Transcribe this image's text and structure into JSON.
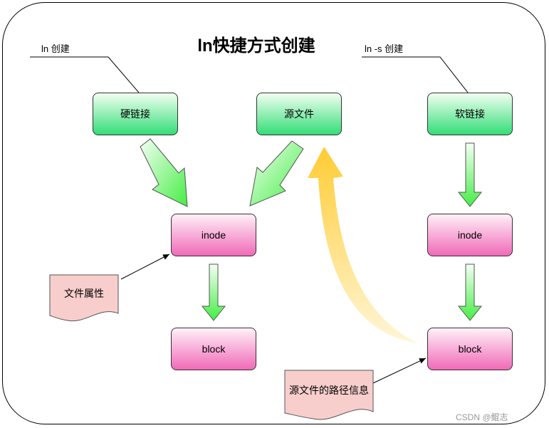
{
  "title": "ln快捷方式创建",
  "notes": {
    "hard_link_cmd": "ln 创建",
    "soft_link_cmd": "ln -s 创建"
  },
  "boxes": {
    "hard_link": "硬链接",
    "source_file": "源文件",
    "soft_link": "软链接",
    "inode_left": "inode",
    "inode_right": "inode",
    "block_left": "block",
    "block_right": "block"
  },
  "docs": {
    "file_attributes": "文件属性",
    "source_path_info": "源文件的路径信息"
  },
  "watermark": "CSDN @鲲志",
  "colors": {
    "green_box": "#33dd77",
    "pink_box": "#f06ab8",
    "arrow_green": "#66ff66",
    "arrow_yellow": "#ffd966",
    "doc_fill": "#f8cecc"
  }
}
